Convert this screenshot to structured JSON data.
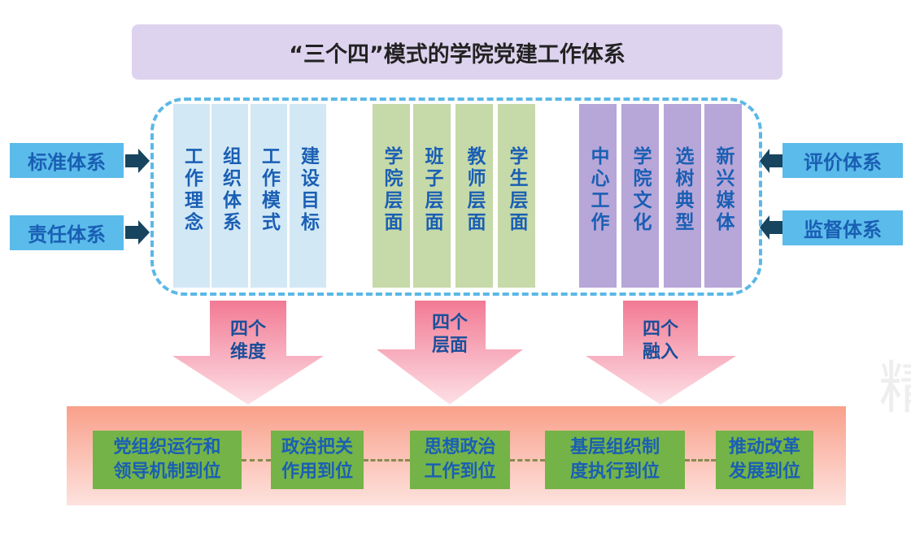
{
  "title": "“三个四”模式的学院党建工作体系",
  "left_inputs": [
    "标准体系",
    "责任体系"
  ],
  "right_inputs": [
    "评价体系",
    "监督体系"
  ],
  "groups": {
    "dimensions": [
      "工作理念",
      "组织体系",
      "工作模式",
      "建设目标"
    ],
    "levels": [
      "学院层面",
      "班子层面",
      "教师层面",
      "学生层面"
    ],
    "integration": [
      "中心工作",
      "学院文化",
      "选树典型",
      "新兴媒体"
    ]
  },
  "down_arrows": [
    {
      "line1": "四个",
      "line2": "维度"
    },
    {
      "line1": "四个",
      "line2": "层面"
    },
    {
      "line1": "四个",
      "line2": "融入"
    }
  ],
  "outcomes": [
    {
      "line1": "党组织运行和",
      "line2": "领导机制到位"
    },
    {
      "line1": "政治把关",
      "line2": "作用到位"
    },
    {
      "line1": "思想政治",
      "line2": "工作到位"
    },
    {
      "line1": "基层组织制",
      "line2": "度执行到位"
    },
    {
      "line1": "推动改革",
      "line2": "发展到位"
    }
  ],
  "watermark": "精"
}
